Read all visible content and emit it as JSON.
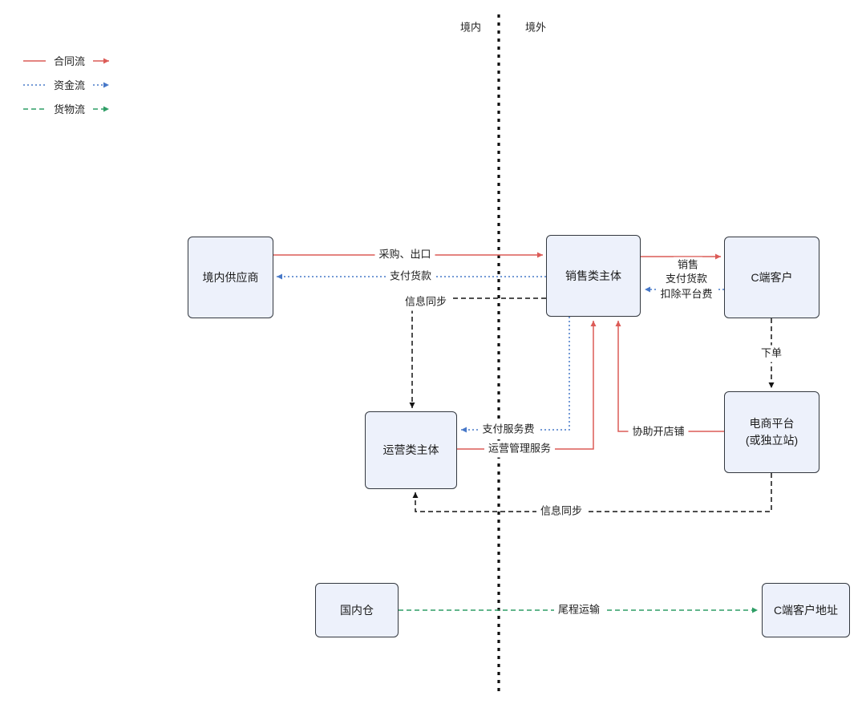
{
  "colors": {
    "contract_flow": "#dc5b57",
    "capital_flow": "#4778c8",
    "goods_flow": "#2f9e66",
    "info_line": "#141414",
    "node_fill": "#edf1fb",
    "node_border": "#33383f"
  },
  "boundary": {
    "left_label": "境内",
    "right_label": "境外"
  },
  "legend": {
    "items": [
      {
        "id": "contract-flow",
        "label": "合同流",
        "color": "#dc5b57",
        "style": "solid"
      },
      {
        "id": "capital-flow",
        "label": "资金流",
        "color": "#4778c8",
        "style": "dotted"
      },
      {
        "id": "goods-flow",
        "label": "货物流",
        "color": "#2f9e66",
        "style": "dashed"
      }
    ]
  },
  "nodes": [
    {
      "id": "domestic-supplier",
      "label": "境内供应商"
    },
    {
      "id": "sales-entity",
      "label": "销售类主体"
    },
    {
      "id": "c-customer",
      "label": "C端客户"
    },
    {
      "id": "ops-entity",
      "label": "运营类主体"
    },
    {
      "id": "ecommerce-platform",
      "label": "电商平台\n(或独立站)"
    },
    {
      "id": "domestic-warehouse",
      "label": "国内仓"
    },
    {
      "id": "c-customer-address",
      "label": "C端客户地址"
    }
  ],
  "edges": [
    {
      "id": "procurement-export",
      "label": "采购、出口",
      "type": "contract"
    },
    {
      "id": "pay-goods-to-supplier",
      "label": "支付货款",
      "type": "capital"
    },
    {
      "id": "info-sync-to-ops",
      "label": "信息同步",
      "type": "info"
    },
    {
      "id": "sales",
      "label": "销售",
      "type": "contract"
    },
    {
      "id": "pay-goods-minus-fee",
      "label": "支付货款\n扣除平台费",
      "type": "capital"
    },
    {
      "id": "place-order",
      "label": "下单",
      "type": "info"
    },
    {
      "id": "pay-service-fee",
      "label": "支付服务费",
      "type": "capital"
    },
    {
      "id": "ops-management-service",
      "label": "运营管理服务",
      "type": "contract"
    },
    {
      "id": "assist-open-shop",
      "label": "协助开店铺",
      "type": "contract"
    },
    {
      "id": "info-sync-platform-ops",
      "label": "信息同步",
      "type": "info"
    },
    {
      "id": "last-mile-transport",
      "label": "尾程运输",
      "type": "goods"
    }
  ]
}
